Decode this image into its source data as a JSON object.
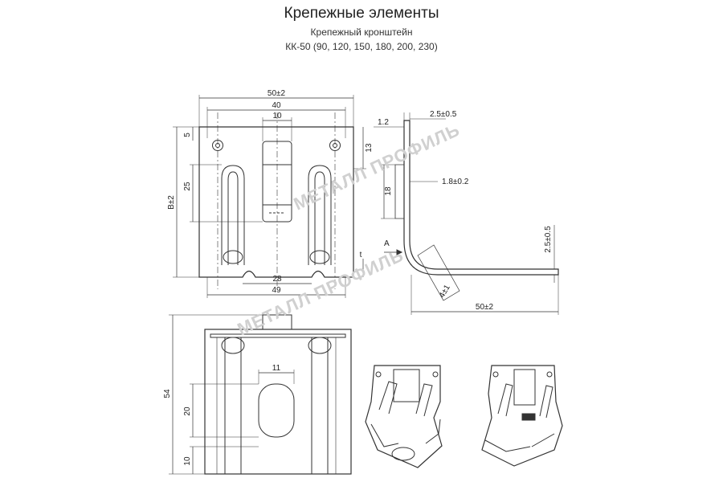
{
  "header": {
    "title": "Крепежные элементы",
    "subtitle": "Крепежный кронштейн",
    "model": "КК-50 (90, 120, 150, 180, 200, 230)"
  },
  "watermark": "МЕТАЛЛ ПРОФИЛЬ",
  "front_view": {
    "dims": {
      "width_total": "50±2",
      "width_holes": "40",
      "slot_width": "10",
      "top_offset": "5",
      "slot_height": "25",
      "height_b": "B±2",
      "hole_offset": "13",
      "bottom_inner": "28",
      "bottom_outer": "49",
      "thickness": "t"
    }
  },
  "side_view": {
    "dims": {
      "top_gap": "1.2",
      "top_thickness": "2.5±0.5",
      "rib": "1.8±0.2",
      "rib_height": "18",
      "section_label": "A",
      "right_thickness": "2.5±0.5",
      "bend": "4±1",
      "base_length": "50±2"
    }
  },
  "bottom_view": {
    "dims": {
      "slot_width": "11",
      "height": "54",
      "slot_height": "20",
      "bottom_offset": "10"
    }
  }
}
